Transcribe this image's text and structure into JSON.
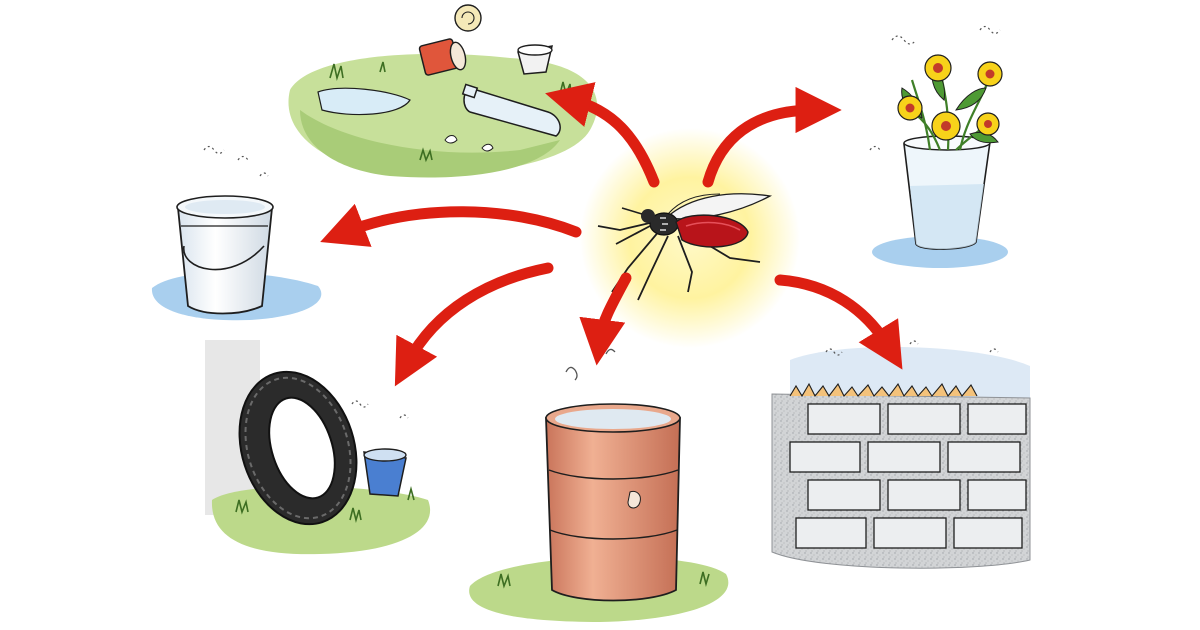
{
  "colors": {
    "background": "#ffffff",
    "arrow": "#dd1f12",
    "glow": "#fff3a0",
    "grass": "#bcd98a",
    "grass_dark": "#4d7f2e",
    "water": "#a9cfee",
    "ink": "#1e1e1e",
    "mosquito_body": "#b8141a",
    "barrel": "#e39a7b",
    "wall": "#d2d4d6",
    "brick": "#e7e8ea",
    "flower_petal": "#f7d21a",
    "flower_center": "#c23a2a",
    "leaf": "#4e9a34"
  },
  "diagram": {
    "hub": {
      "name": "mosquito"
    },
    "targets": [
      {
        "name": "littered-ground"
      },
      {
        "name": "flower-vase"
      },
      {
        "name": "bucket"
      },
      {
        "name": "tire-and-can"
      },
      {
        "name": "oil-barrel"
      },
      {
        "name": "brick-wall"
      }
    ]
  }
}
